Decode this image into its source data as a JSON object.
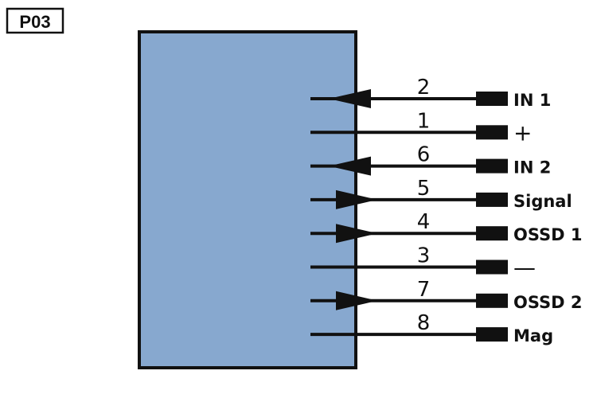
{
  "title": "P03",
  "colors": {
    "body_fill": "#87a8cf",
    "stroke": "#111111",
    "background": "#ffffff"
  },
  "pins": [
    {
      "number": "2",
      "label": "IN 1",
      "direction": "in"
    },
    {
      "number": "1",
      "label": "+",
      "direction": "none"
    },
    {
      "number": "6",
      "label": "IN 2",
      "direction": "in"
    },
    {
      "number": "5",
      "label": "Signal",
      "direction": "out"
    },
    {
      "number": "4",
      "label": "OSSD 1",
      "direction": "out"
    },
    {
      "number": "3",
      "label": "—",
      "direction": "none"
    },
    {
      "number": "7",
      "label": "OSSD 2",
      "direction": "out"
    },
    {
      "number": "8",
      "label": "Mag",
      "direction": "none"
    }
  ]
}
